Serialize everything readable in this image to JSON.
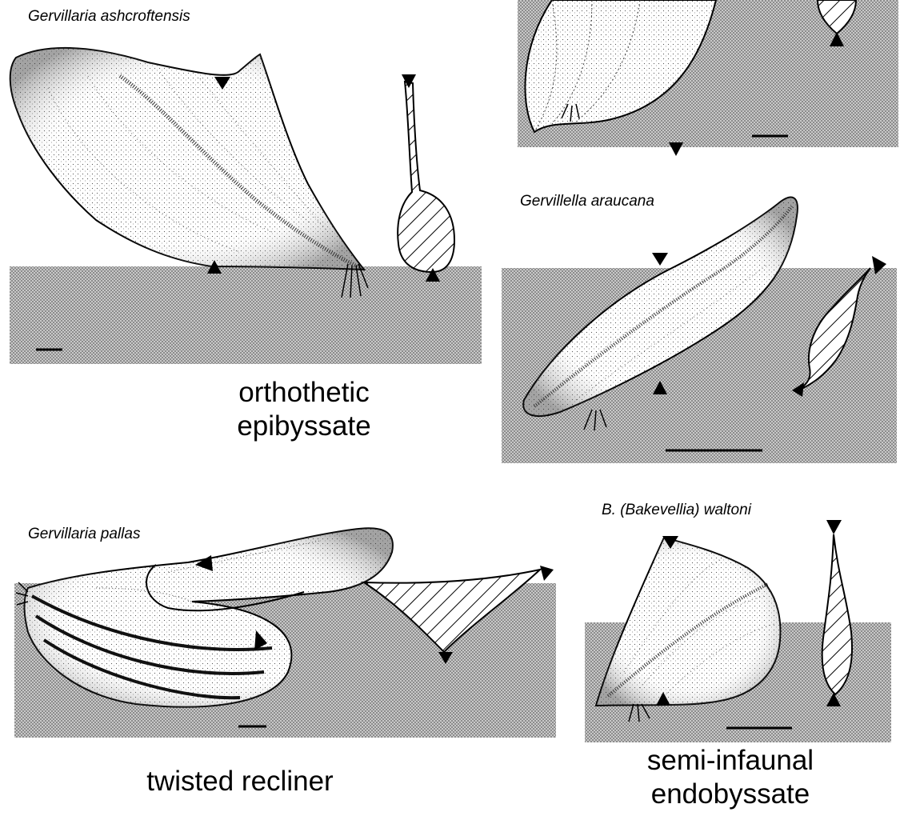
{
  "panels": {
    "ashcroftensis": {
      "species": "Gervillaria ashcroftensis"
    },
    "araucana": {
      "species": "Gervillella araucana"
    },
    "pallas": {
      "species": "Gervillaria pallas"
    },
    "waltoni": {
      "species": "B. (Bakevellia) waltoni"
    }
  },
  "modes": {
    "orthothetic": {
      "line1": "orthothetic",
      "line2": "epibyssate"
    },
    "twisted": {
      "line1": "twisted recliner"
    },
    "semi_infaunal": {
      "line1": "semi-infaunal",
      "line2": "endobyssate"
    }
  },
  "colors": {
    "sediment": "#a9a9a9",
    "ink": "#000000",
    "shell": "#ffffff"
  }
}
